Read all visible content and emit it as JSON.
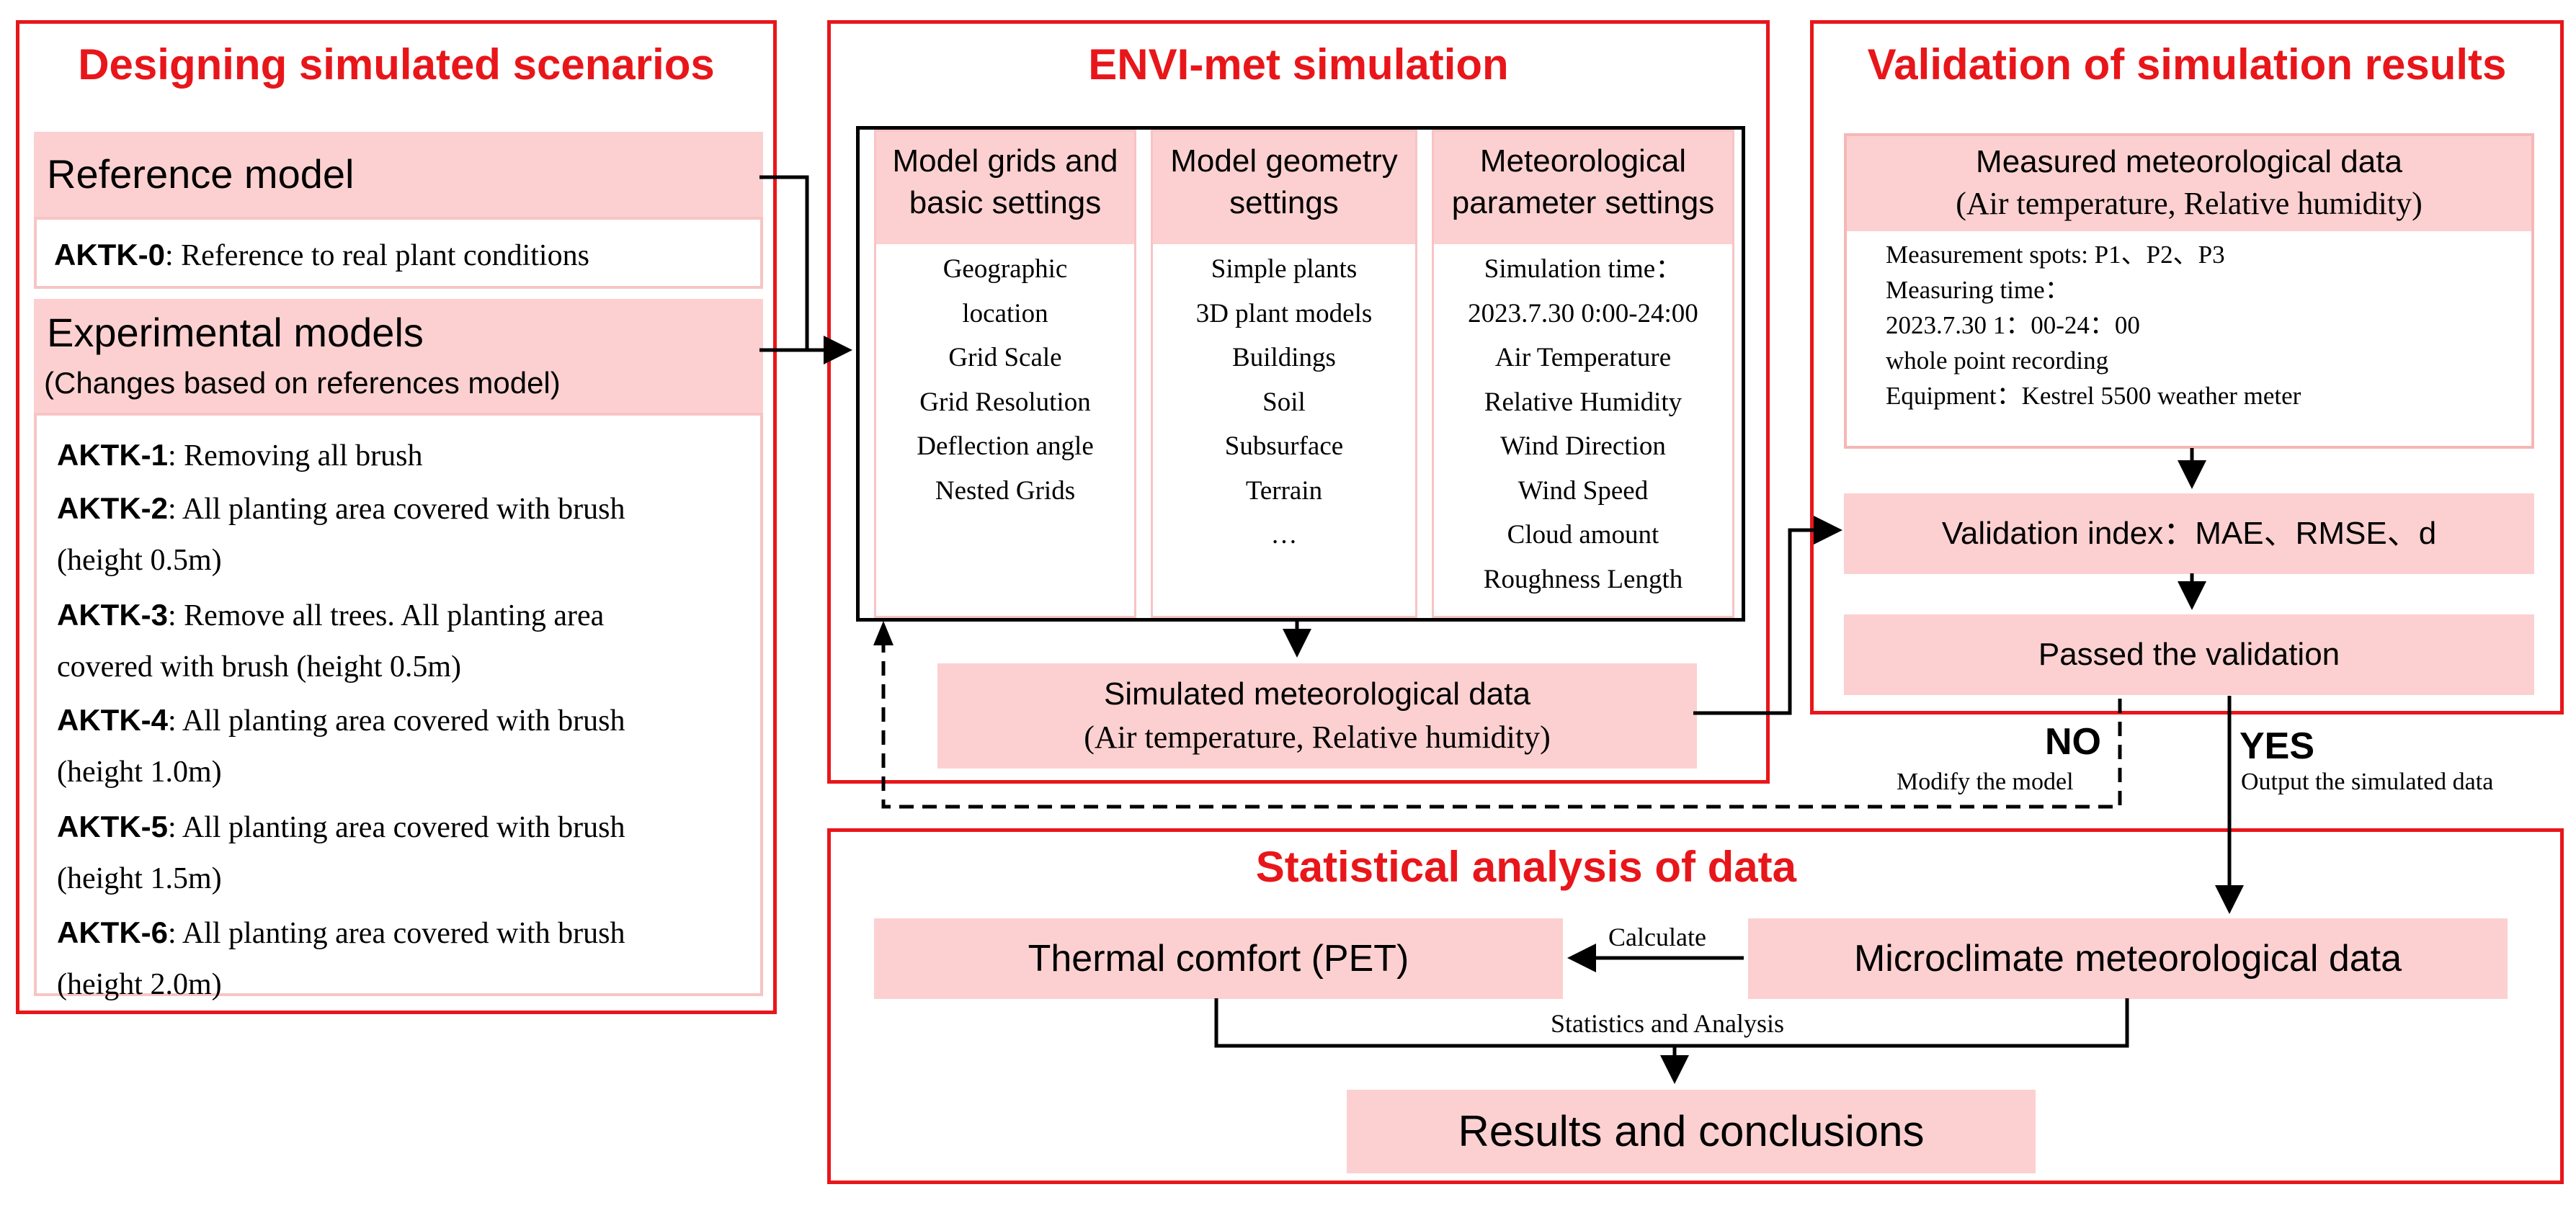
{
  "design": {
    "title": "Designing simulated scenarios",
    "reference_heading": "Reference model",
    "reference_item": {
      "code": "AKTK-0",
      "text": ": Reference to real plant conditions"
    },
    "experimental_heading": "Experimental models",
    "experimental_subheading": "(Changes based on references model)",
    "experimental_items": [
      {
        "code": "AKTK-1",
        "line1": ": Removing all brush",
        "line2": ""
      },
      {
        "code": "AKTK-2",
        "line1": ": All planting area covered with brush",
        "line2": "(height 0.5m)"
      },
      {
        "code": "AKTK-3",
        "line1": ": Remove all trees. All planting area",
        "line2": "covered with brush (height 0.5m)"
      },
      {
        "code": "AKTK-4",
        "line1": ": All planting area covered with brush",
        "line2": "(height 1.0m)"
      },
      {
        "code": "AKTK-5",
        "line1": ": All planting area covered with brush",
        "line2": "(height 1.5m)"
      },
      {
        "code": "AKTK-6",
        "line1": ": All planting area covered with brush",
        "line2": "(height 2.0m)"
      }
    ]
  },
  "envi": {
    "title": "ENVI-met simulation",
    "columns": [
      {
        "heading_1": "Model grids and",
        "heading_2": "basic settings",
        "items": [
          "Geographic",
          "location",
          "Grid Scale",
          "Grid Resolution",
          "Deflection angle",
          "Nested Grids"
        ]
      },
      {
        "heading_1": "Model geometry",
        "heading_2": "settings",
        "items": [
          "Simple plants",
          "3D plant models",
          "Buildings",
          "Soil",
          "Subsurface",
          "Terrain",
          "…"
        ]
      },
      {
        "heading_1": "Meteorological",
        "heading_2": "parameter settings",
        "items": [
          "Simulation time：",
          "2023.7.30  0:00-24:00",
          "Air Temperature",
          "Relative Humidity",
          "Wind Direction",
          "Wind Speed",
          "Cloud amount",
          "Roughness Length"
        ]
      }
    ],
    "simulated_line1": "Simulated meteorological data",
    "simulated_line2": "(Air temperature, Relative humidity)"
  },
  "validation": {
    "title": "Validation of simulation results",
    "measured_line1": "Measured meteorological data",
    "measured_line2": "(Air temperature, Relative humidity)",
    "measured_details": [
      "Measurement spots: P1、P2、P3",
      "Measuring time：",
      "2023.7.30   1：00-24：00",
      "whole point recording",
      "Equipment：Kestrel 5500 weather meter"
    ],
    "index": "Validation index：MAE、RMSE、d",
    "passed": "Passed the validation"
  },
  "flow": {
    "no_label": "NO",
    "no_caption": "Modify the model",
    "yes_label": "YES",
    "yes_caption": "Output the simulated data"
  },
  "stats": {
    "title": "Statistical analysis of data",
    "thermal": "Thermal comfort (PET)",
    "calculate": "Calculate",
    "microclimate": "Microclimate meteorological data",
    "statistics": "Statistics and Analysis",
    "results": "Results and conclusions"
  },
  "colors": {
    "accent_red": "#e8161a",
    "box_pink": "#fcd0d0",
    "box_border": "#f7c4c4"
  }
}
